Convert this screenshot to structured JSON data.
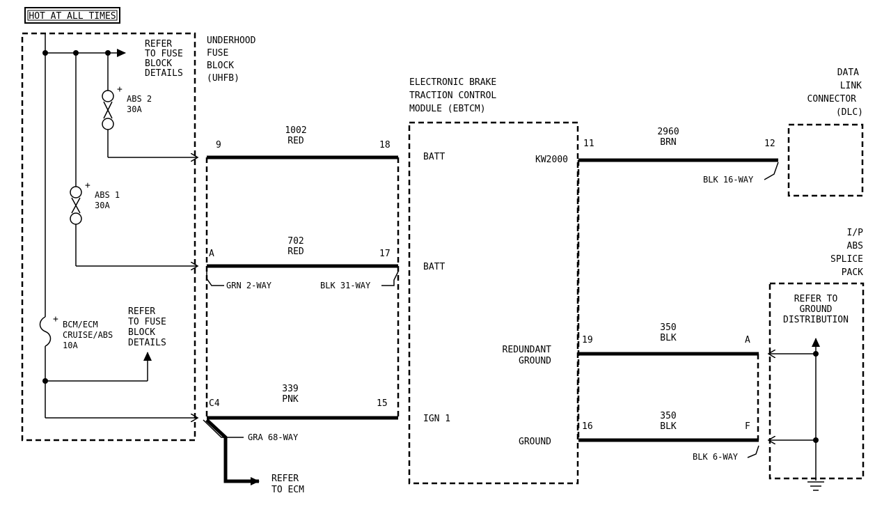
{
  "header": {
    "label": "HOT AT ALL TIMES"
  },
  "uhfb": {
    "title": [
      "UNDERHOOD",
      "FUSE",
      "BLOCK",
      "(UHFB)"
    ],
    "refer_top": [
      "REFER",
      "TO FUSE",
      "BLOCK",
      "DETAILS"
    ],
    "fuse_abs2": [
      "ABS 2",
      "30A"
    ],
    "fuse_abs1": [
      "ABS 1",
      "30A"
    ],
    "fuse_bcm": [
      "BCM/ECM",
      "CRUISE/ABS",
      "10A"
    ],
    "refer_mid": [
      "REFER",
      "TO FUSE",
      "BLOCK",
      "DETAILS"
    ],
    "plus": "+"
  },
  "ebtcm": {
    "title": [
      "ELECTRONIC BRAKE",
      "TRACTION CONTROL",
      "MODULE (EBTCM)"
    ],
    "batt1": "BATT",
    "batt2": "BATT",
    "ign1": "IGN 1",
    "kw2000": "KW2000",
    "redundant_ground": [
      "REDUNDANT",
      "GROUND"
    ],
    "ground": "GROUND"
  },
  "dlc": {
    "title": [
      "DATA",
      "LINK",
      "CONNECTOR",
      "(DLC)"
    ]
  },
  "splice": {
    "title": [
      "I/P",
      "ABS",
      "SPLICE",
      "PACK"
    ],
    "refer": [
      "REFER TO",
      "GROUND",
      "DISTRIBUTION"
    ]
  },
  "wires": {
    "w1002": {
      "circuit": "1002",
      "color": "RED",
      "pin_left": "9",
      "pin_right": "18"
    },
    "w702": {
      "circuit": "702",
      "color": "RED",
      "pin_left": "A",
      "pin_right": "17"
    },
    "w339": {
      "circuit": "339",
      "color": "PNK",
      "pin_left": "C4",
      "pin_right": "15"
    },
    "w2960": {
      "circuit": "2960",
      "color": "BRN",
      "pin_left": "11",
      "pin_right": "12"
    },
    "w350a": {
      "circuit": "350",
      "color": "BLK",
      "pin_left": "19",
      "pin_right": "A"
    },
    "w350f": {
      "circuit": "350",
      "color": "BLK",
      "pin_left": "16",
      "pin_right": "F"
    }
  },
  "connectors": {
    "grn2": "GRN 2-WAY",
    "blk31": "BLK 31-WAY",
    "gra68": "GRA 68-WAY",
    "blk16": "BLK 16-WAY",
    "blk6": "BLK 6-WAY"
  },
  "refer_ecm": [
    "REFER",
    "TO ECM"
  ]
}
